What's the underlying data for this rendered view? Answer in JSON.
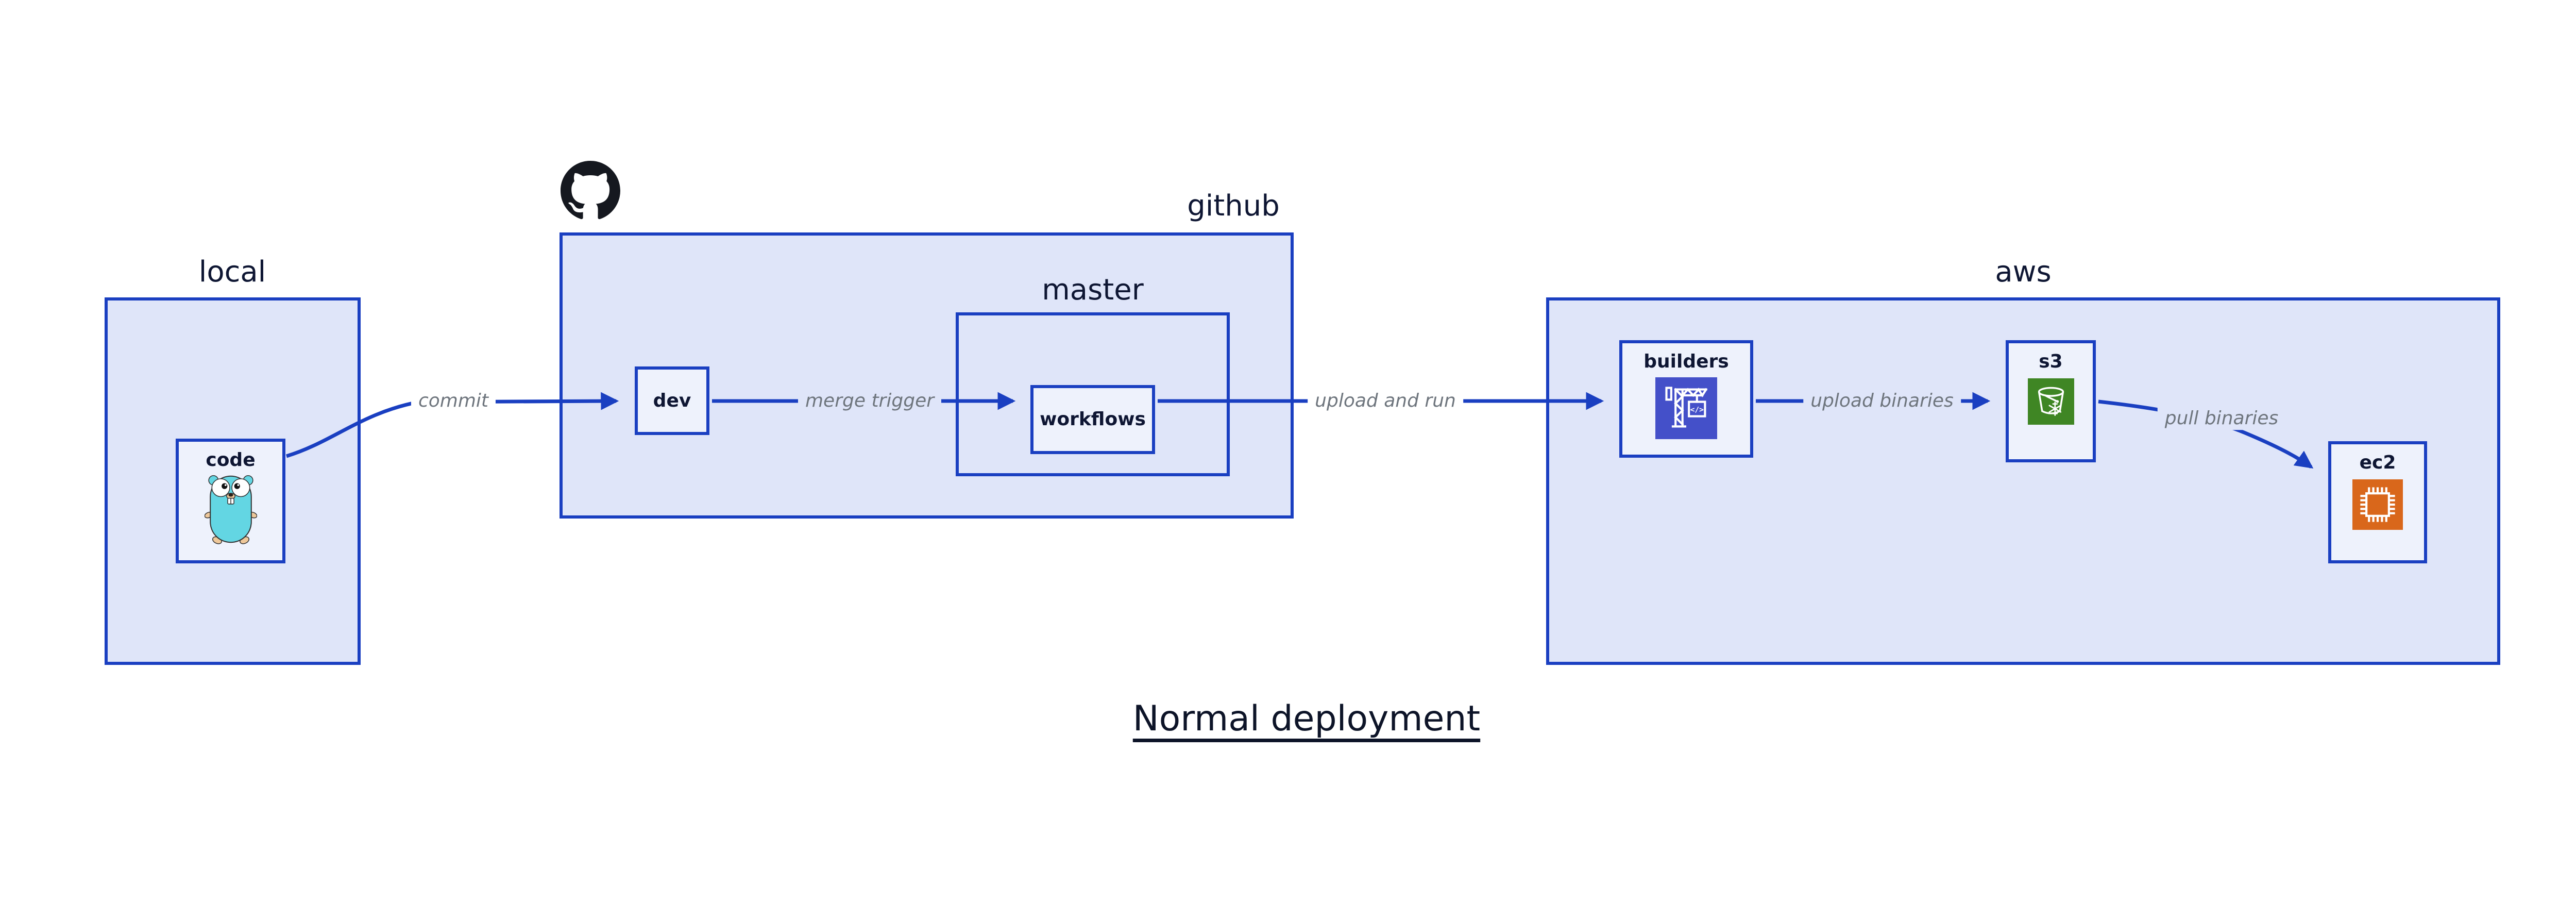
{
  "title": "Normal deployment",
  "containers": {
    "local": {
      "label": "local"
    },
    "github": {
      "label": "github"
    },
    "master": {
      "label": "master"
    },
    "aws": {
      "label": "aws"
    }
  },
  "nodes": {
    "code": {
      "label": "code",
      "icon": "go-gopher-icon"
    },
    "dev": {
      "label": "dev",
      "icon": null
    },
    "workflows": {
      "label": "workflows",
      "icon": null
    },
    "builders": {
      "label": "builders",
      "icon": "codebuild-crane-icon"
    },
    "s3": {
      "label": "s3",
      "icon": "s3-glacier-bucket-icon"
    },
    "ec2": {
      "label": "ec2",
      "icon": "ec2-chip-icon"
    }
  },
  "edges": [
    {
      "label": "commit",
      "from": "code",
      "to": "dev"
    },
    {
      "label": "merge trigger",
      "from": "dev",
      "to": "workflows"
    },
    {
      "label": "upload and run",
      "from": "workflows",
      "to": "builders"
    },
    {
      "label": "upload binaries",
      "from": "builders",
      "to": "s3"
    },
    {
      "label": "pull binaries",
      "from": "s3",
      "to": "ec2"
    }
  ],
  "logos": [
    "github-octocat-logo"
  ],
  "colors": {
    "border_blue": "#1a3fc1",
    "container_fill": "#dfe5f9",
    "node_fill": "#eef2fc",
    "text_navy": "#0e1633",
    "edge_label_gray": "#6e757d",
    "codebuild_purple": "#4450c9",
    "s3_green": "#3f8624",
    "ec2_orange": "#d9671b",
    "gopher_teal": "#63d6e3",
    "github_black": "#15181f"
  }
}
